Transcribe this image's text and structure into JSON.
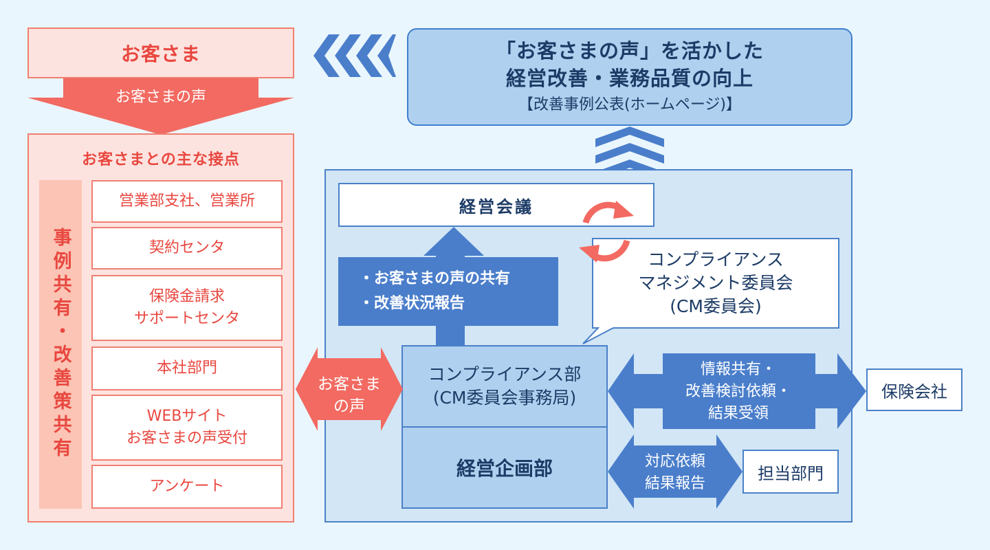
{
  "customer": {
    "title": "お客さま",
    "voice_label": "お客さまの声",
    "touchpoints_title": "お客さまとの主な接点",
    "vertical_label": "事例共有・改善策共有",
    "touchpoints": [
      {
        "lines": [
          "営業部支社、営業所"
        ]
      },
      {
        "lines": [
          "契約センタ"
        ]
      },
      {
        "lines": [
          "保険金請求",
          "サポートセンタ"
        ]
      },
      {
        "lines": [
          "本社部門"
        ]
      },
      {
        "lines": [
          "WEBサイト",
          "お客さまの声受付"
        ]
      },
      {
        "lines": [
          "アンケート"
        ]
      }
    ]
  },
  "improvement": {
    "line1": "「お客さまの声」を活かした",
    "line2": "経営改善・業務品質の向上",
    "line3": "【改善事例公表(ホームページ)】"
  },
  "org": {
    "meeting": "経営会議",
    "share_items": [
      "・お客さまの声の共有",
      "・改善状況報告"
    ],
    "cm_committee": [
      "コンプライアンス",
      "マネジメント委員会",
      "(CM委員会)"
    ],
    "compliance_dept": [
      "コンプライアンス部",
      "(CM委員会事務局)"
    ],
    "planning_dept": "経営企画部",
    "voice_arrow": [
      "お客さま",
      "の声"
    ],
    "info_share": [
      "情報共有・",
      "改善検討依頼・",
      "結果受領"
    ],
    "insurer": "保険会社",
    "response": [
      "対応依頼",
      "結果報告"
    ],
    "responsible_dept": "担当部門"
  },
  "colors": {
    "coral": "#f26a61",
    "coral_border": "#f07f72",
    "pink_bg": "#fde3df",
    "blue_arrow": "#4a7ecb",
    "light_blue": "#b0d0ef",
    "panel_blue": "#d2e6f6",
    "navy_text": "#1c3b66"
  }
}
